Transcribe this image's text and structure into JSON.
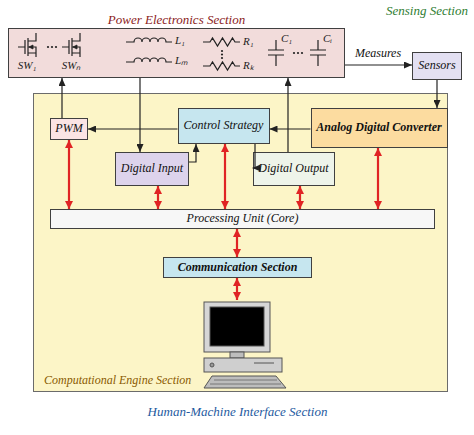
{
  "diagram": {
    "nodes": [
      {
        "text": [
          "Power Electronics Section"
        ]
      },
      {
        "text": [
          "Sensors"
        ]
      },
      {
        "text": [
          "Computational Engine Section"
        ]
      },
      {
        "text": [
          "PWM"
        ],
        "in": 2
      },
      {
        "text": [
          "Control Strategy"
        ],
        "in": 2
      },
      {
        "text": [
          "Analog Digital Converter"
        ],
        "in": 2
      },
      {
        "text": [
          "Digital Input"
        ],
        "in": 2
      },
      {
        "text": [
          "Digital Output"
        ],
        "in": 2
      },
      {
        "text": [
          "Processing Unit (Core)"
        ],
        "in": 2
      },
      {
        "text": [
          "Communication Section"
        ],
        "in": 2
      },
      {
        "text": [
          "Human-Machine Interface Section"
        ]
      }
    ],
    "edges": [
      {
        "from": 0,
        "to": 6,
        "arrow": "to"
      },
      {
        "from": 6,
        "to": 4,
        "arrow": "to"
      },
      {
        "from": 4,
        "to": 7,
        "arrow": "to"
      },
      {
        "from": 7,
        "to": 0,
        "arrow": "to"
      },
      {
        "from": 4,
        "to": 3,
        "arrow": "to"
      },
      {
        "from": 3,
        "to": 0,
        "arrow": "to"
      },
      {
        "from": 0,
        "to": 1,
        "label": "Measures",
        "arrow": "to"
      },
      {
        "from": 1,
        "to": 5,
        "arrow": "to"
      },
      {
        "from": 5,
        "to": 4,
        "arrow": "to"
      },
      {
        "from": 3,
        "to": 8,
        "arrow": "both"
      },
      {
        "from": 6,
        "to": 8,
        "arrow": "both"
      },
      {
        "from": 4,
        "to": 8,
        "arrow": "both"
      },
      {
        "from": 7,
        "to": 8,
        "arrow": "both"
      },
      {
        "from": 5,
        "to": 8,
        "arrow": "both"
      },
      {
        "from": 8,
        "to": 9,
        "arrow": "both"
      },
      {
        "from": 9,
        "to": 10,
        "arrow": "both"
      }
    ],
    "labels": [
      "SW₁",
      "SWₙ",
      "L₁",
      "Lₘ",
      "R₁",
      "Rₖ",
      "C₁",
      "Cᵢ",
      "Sensing Section"
    ]
  }
}
